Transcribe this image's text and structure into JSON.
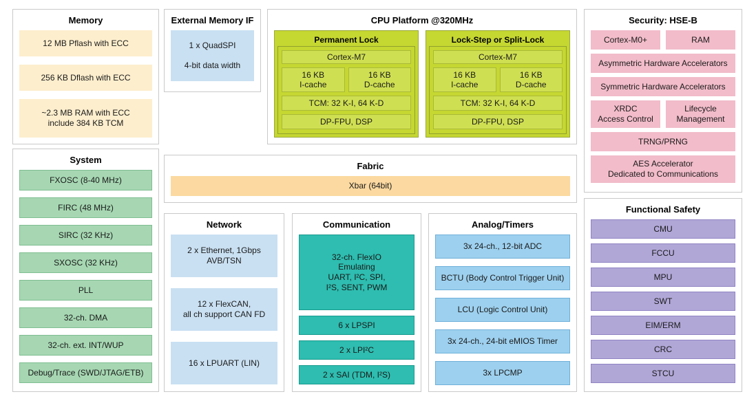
{
  "palette": {
    "memory_fill": "#fdeecd",
    "fabric_fill": "#fbd9a0",
    "system_fill": "#a6d7b2",
    "network_fill": "#c9e0f2",
    "cpu_lime": "#c5d731",
    "cpu_box_lime": "#cfdf52",
    "comm_teal": "#2ebdb0",
    "analog_blue": "#9dd0ee",
    "security_pink": "#f2bcca",
    "safety_purple": "#b1a7d7"
  },
  "panels": {
    "memory": {
      "title": "Memory",
      "items": [
        "12 MB Pflash with ECC",
        "256 KB Dflash with ECC",
        "~2.3 MB RAM with ECC\ninclude 384 KB TCM"
      ]
    },
    "external_memory": {
      "title": "External Memory IF",
      "quadspi": "1 x QuadSPI\n\n4-bit data width"
    },
    "cpu": {
      "title": "CPU Platform @320MHz",
      "cores": [
        {
          "title": "Permanent Lock",
          "core": "Cortex-M7",
          "icache": "16 KB\nI-cache",
          "dcache": "16 KB\nD-cache",
          "tcm": "TCM: 32 K-I, 64 K-D",
          "fpu": "DP-FPU, DSP"
        },
        {
          "title": "Lock-Step or Split-Lock",
          "core": "Cortex-M7",
          "icache": "16 KB\nI-cache",
          "dcache": "16 KB\nD-cache",
          "tcm": "TCM: 32 K-I, 64 K-D",
          "fpu": "DP-FPU, DSP"
        }
      ]
    },
    "security": {
      "title": "Security: HSE-B",
      "row1": [
        "Cortex-M0+",
        "RAM"
      ],
      "asym": "Asymmetric Hardware Accelerators",
      "sym": "Symmetric Hardware Accelerators",
      "row2": [
        "XRDC\nAccess Control",
        "Lifecycle\nManagement"
      ],
      "trng": "TRNG/PRNG",
      "aes": "AES Accelerator\nDedicated to Communications"
    },
    "system": {
      "title": "System",
      "items": [
        "FXOSC (8-40 MHz)",
        "FIRC (48 MHz)",
        "SIRC (32 KHz)",
        "SXOSC (32 KHz)",
        "PLL",
        "32-ch. DMA",
        "32-ch. ext. INT/WUP",
        "Debug/Trace (SWD/JTAG/ETB)"
      ]
    },
    "fabric": {
      "title": "Fabric",
      "xbar": "Xbar (64bit)"
    },
    "network": {
      "title": "Network",
      "items": [
        "2 x Ethernet, 1Gbps\nAVB/TSN",
        "12 x FlexCAN,\nall ch support CAN FD",
        "16 x LPUART (LIN)"
      ]
    },
    "communication": {
      "title": "Communication",
      "items": [
        "32-ch. FlexIO\nEmulating\nUART, I²C, SPI,\nI²S, SENT, PWM",
        "6 x LPSPI",
        "2 x LPI²C",
        "2 x SAI (TDM, I²S)"
      ]
    },
    "analog": {
      "title": "Analog/Timers",
      "items": [
        "3x 24-ch., 12-bit ADC",
        "BCTU (Body Control Trigger Unit)",
        "LCU (Logic Control Unit)",
        "3x 24-ch., 24-bit eMIOS Timer",
        "3x LPCMP"
      ]
    },
    "safety": {
      "title": "Functional Safety",
      "items": [
        "CMU",
        "FCCU",
        "MPU",
        "SWT",
        "EIM/ERM",
        "CRC",
        "STCU"
      ]
    }
  }
}
